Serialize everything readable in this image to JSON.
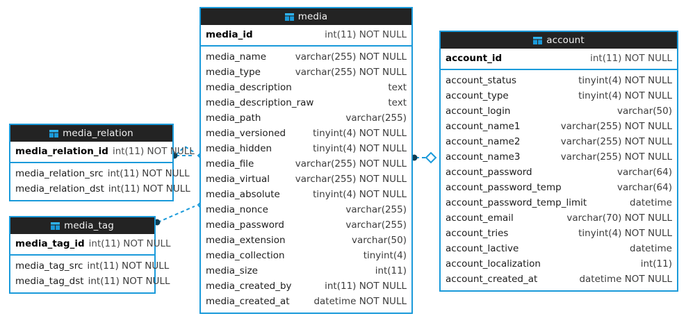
{
  "diagram": {
    "kind": "database-er-diagram",
    "colors": {
      "accent": "#1a9ada",
      "header_background": "#232323",
      "header_text": "#f2f2f2",
      "table_background": "#ffffff",
      "canvas_background": "#ffffff",
      "column_name_text": "#1c1c1c",
      "column_type_text": "#3c3c3c"
    },
    "header_icon": "table-icon"
  },
  "tables": {
    "media": {
      "name": "media",
      "primary_key": {
        "name": "media_id",
        "type": "int(11) NOT NULL"
      },
      "columns": [
        {
          "name": "media_name",
          "type": "varchar(255) NOT NULL"
        },
        {
          "name": "media_type",
          "type": "varchar(255) NOT NULL"
        },
        {
          "name": "media_description",
          "type": "text"
        },
        {
          "name": "media_description_raw",
          "type": "text"
        },
        {
          "name": "media_path",
          "type": "varchar(255)"
        },
        {
          "name": "media_versioned",
          "type": "tinyint(4) NOT NULL"
        },
        {
          "name": "media_hidden",
          "type": "tinyint(4) NOT NULL"
        },
        {
          "name": "media_file",
          "type": "varchar(255) NOT NULL"
        },
        {
          "name": "media_virtual",
          "type": "varchar(255) NOT NULL"
        },
        {
          "name": "media_absolute",
          "type": "tinyint(4) NOT NULL"
        },
        {
          "name": "media_nonce",
          "type": "varchar(255)"
        },
        {
          "name": "media_password",
          "type": "varchar(255)"
        },
        {
          "name": "media_extension",
          "type": "varchar(50)"
        },
        {
          "name": "media_collection",
          "type": "tinyint(4)"
        },
        {
          "name": "media_size",
          "type": "int(11)"
        },
        {
          "name": "media_created_by",
          "type": "int(11) NOT NULL"
        },
        {
          "name": "media_created_at",
          "type": "datetime NOT NULL"
        }
      ]
    },
    "account": {
      "name": "account",
      "primary_key": {
        "name": "account_id",
        "type": "int(11) NOT NULL"
      },
      "columns": [
        {
          "name": "account_status",
          "type": "tinyint(4) NOT NULL"
        },
        {
          "name": "account_type",
          "type": "tinyint(4) NOT NULL"
        },
        {
          "name": "account_login",
          "type": "varchar(50)"
        },
        {
          "name": "account_name1",
          "type": "varchar(255) NOT NULL"
        },
        {
          "name": "account_name2",
          "type": "varchar(255) NOT NULL"
        },
        {
          "name": "account_name3",
          "type": "varchar(255) NOT NULL"
        },
        {
          "name": "account_password",
          "type": "varchar(64)"
        },
        {
          "name": "account_password_temp",
          "type": "varchar(64)"
        },
        {
          "name": "account_password_temp_limit",
          "type": "datetime"
        },
        {
          "name": "account_email",
          "type": "varchar(70) NOT NULL"
        },
        {
          "name": "account_tries",
          "type": "tinyint(4) NOT NULL"
        },
        {
          "name": "account_lactive",
          "type": "datetime"
        },
        {
          "name": "account_localization",
          "type": "int(11)"
        },
        {
          "name": "account_created_at",
          "type": "datetime NOT NULL"
        }
      ]
    },
    "media_relation": {
      "name": "media_relation",
      "primary_key": {
        "name": "media_relation_id",
        "type": "int(11) NOT NULL"
      },
      "columns": [
        {
          "name": "media_relation_src",
          "type": "int(11) NOT NULL"
        },
        {
          "name": "media_relation_dst",
          "type": "int(11) NOT NULL"
        }
      ]
    },
    "media_tag": {
      "name": "media_tag",
      "primary_key": {
        "name": "media_tag_id",
        "type": "int(11) NOT NULL"
      },
      "columns": [
        {
          "name": "media_tag_src",
          "type": "int(11) NOT NULL"
        },
        {
          "name": "media_tag_dst",
          "type": "int(11) NOT NULL"
        }
      ]
    }
  },
  "relationships": [
    {
      "id": "media-account",
      "from": "media",
      "to": "account",
      "style": "dashed",
      "from_marker": "filled-dot",
      "to_marker": "hollow-diamond"
    },
    {
      "id": "media_relation-media-1",
      "from": "media_relation",
      "to": "media",
      "style": "dashed",
      "from_marker": "filled-dot",
      "to_marker": "hollow-diamond"
    },
    {
      "id": "media_relation-media-2",
      "from": "media_relation",
      "to": "media",
      "style": "dashed",
      "from_marker": "filled-dot",
      "to_marker": "hollow-diamond"
    },
    {
      "id": "media_tag-media",
      "from": "media_tag",
      "to": "media",
      "style": "dashed",
      "from_marker": "filled-dot",
      "to_marker": "hollow-diamond"
    }
  ]
}
